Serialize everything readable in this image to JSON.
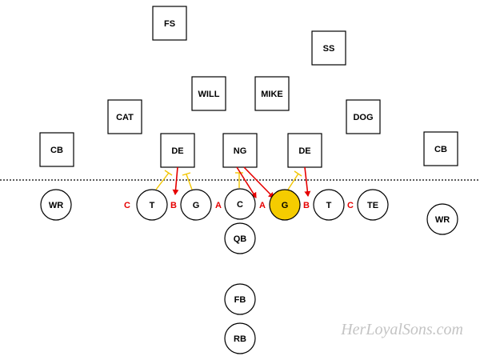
{
  "colors": {
    "highlight_fill": "#f5cc00",
    "gap_label": "#e60000",
    "red_arrow": "#e60000",
    "yellow_arrow": "#f2c500",
    "outline": "#000000"
  },
  "defense": {
    "fs": "FS",
    "ss": "SS",
    "will": "WILL",
    "mike": "MIKE",
    "cat": "CAT",
    "dog": "DOG",
    "cb_left": "CB",
    "cb_right": "CB",
    "de_left": "DE",
    "ng": "NG",
    "de_right": "DE"
  },
  "offense": {
    "wr_left": "WR",
    "t_left": "T",
    "g_left": "G",
    "c": "C",
    "g_right": "G",
    "g_right_highlighted": true,
    "t_right": "T",
    "te": "TE",
    "wr_right": "WR",
    "qb": "QB",
    "fb": "FB",
    "rb": "RB"
  },
  "gaps": {
    "c_left": "C",
    "b_left": "B",
    "a_left": "A",
    "a_right": "A",
    "b_right": "B",
    "c_right": "C"
  },
  "watermark": "HerLoyalSons.com"
}
